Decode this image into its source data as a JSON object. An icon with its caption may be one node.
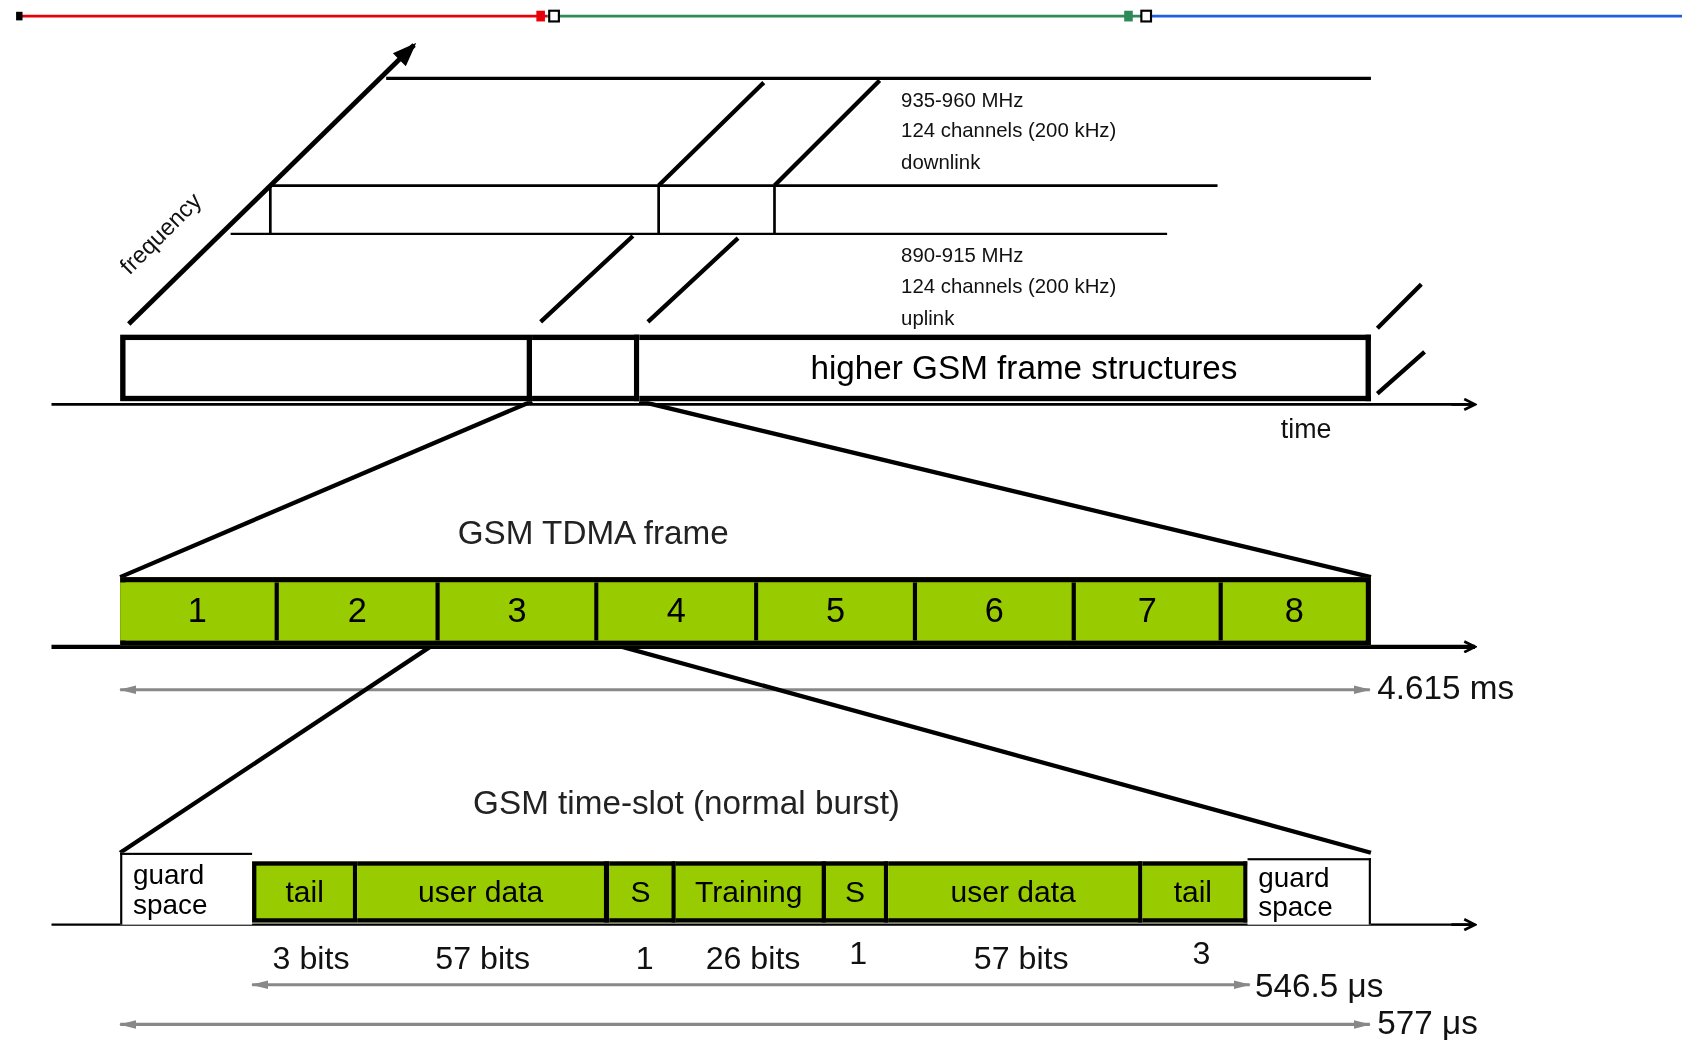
{
  "diagram": {
    "nodes": [
      {
        "text": [],
        "shape": "box"
      },
      {
        "text": [],
        "shape": "box"
      },
      {
        "text": [
          "higher GSM frame structures"
        ]
      },
      {
        "text": [
          "GSM TDMA frame"
        ]
      },
      {
        "text": [
          "1"
        ],
        "in": 3
      },
      {
        "text": [
          "2"
        ],
        "in": 3
      },
      {
        "text": [
          "3"
        ],
        "in": 3
      },
      {
        "text": [
          "4"
        ],
        "in": 3
      },
      {
        "text": [
          "5"
        ],
        "in": 3
      },
      {
        "text": [
          "6"
        ],
        "in": 3
      },
      {
        "text": [
          "7"
        ],
        "in": 3
      },
      {
        "text": [
          "8"
        ],
        "in": 3
      },
      {
        "text": [
          "GSM time-slot (normal burst)"
        ]
      },
      {
        "text": [
          "guard space"
        ],
        "in": 12
      },
      {
        "text": [
          "tail"
        ],
        "in": 12
      },
      {
        "text": [
          "user data"
        ],
        "in": 12
      },
      {
        "text": [
          "S"
        ],
        "in": 12
      },
      {
        "text": [
          "Training"
        ],
        "in": 12
      },
      {
        "text": [
          "S"
        ],
        "in": 12
      },
      {
        "text": [
          "user data"
        ],
        "in": 12
      },
      {
        "text": [
          "tail"
        ],
        "in": 12
      },
      {
        "text": [
          "guard space"
        ],
        "in": 12
      }
    ],
    "edges": [
      {
        "from": 1,
        "to": 3,
        "arrow": "none"
      },
      {
        "from": 1,
        "to": 3,
        "arrow": "none"
      },
      {
        "from": 6,
        "to": 12,
        "arrow": "none"
      },
      {
        "from": 6,
        "to": 12,
        "arrow": "none"
      }
    ],
    "labels": [
      "frequency",
      "935-960 MHz",
      "124 channels (200 kHz)",
      "downlink",
      "890-915 MHz",
      "124 channels (200 kHz)",
      "uplink",
      "time",
      "4.615 ms",
      "3 bits",
      "57 bits",
      "1",
      "26 bits",
      "1",
      "57 bits",
      "3",
      "546.5 μs",
      "577 μs"
    ]
  }
}
